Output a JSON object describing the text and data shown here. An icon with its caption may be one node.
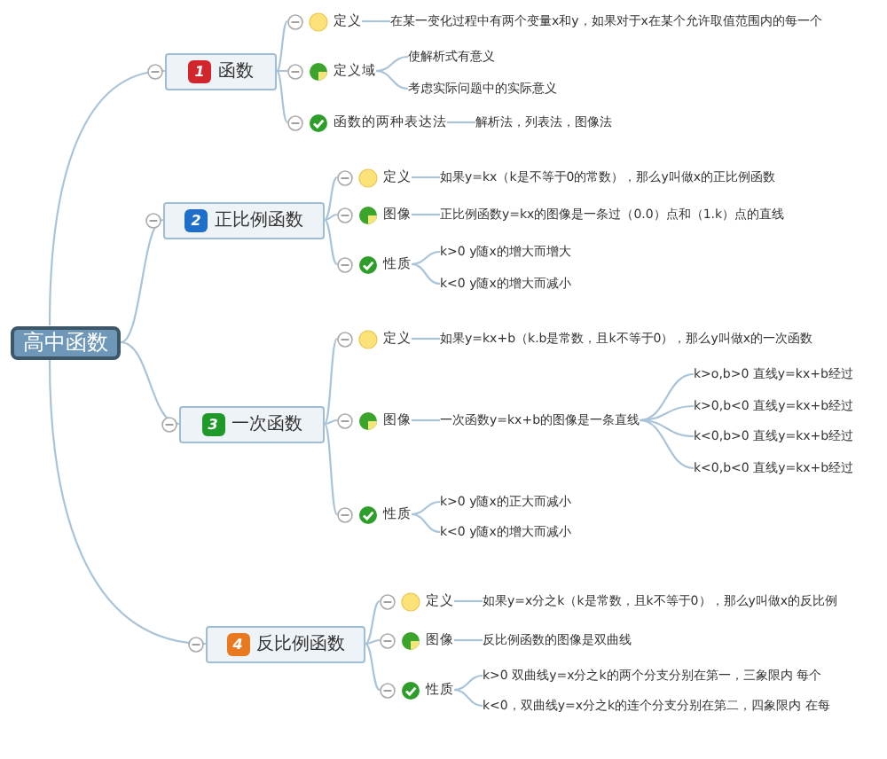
{
  "diagram": {
    "nodes": [
      {
        "text": [
          "高中函数"
        ]
      },
      {
        "text": [
          "1",
          "函数"
        ]
      },
      {
        "text": [
          "定义"
        ]
      },
      {
        "text": [
          "在某一变化过程中有两个变量x和y，如果对于x在某个允许取值范围内的每一个"
        ]
      },
      {
        "text": [
          "定义域"
        ]
      },
      {
        "text": [
          "使解析式有意义"
        ]
      },
      {
        "text": [
          "考虑实际问题中的实际意义"
        ]
      },
      {
        "text": [
          "函数的两种表达法"
        ]
      },
      {
        "text": [
          "解析法，列表法，图像法"
        ]
      },
      {
        "text": [
          "2",
          "正比例函数"
        ]
      },
      {
        "text": [
          "定义"
        ]
      },
      {
        "text": [
          "如果y=kx（k是不等于0的常数），那么y叫做x的正比例函数"
        ]
      },
      {
        "text": [
          "图像"
        ]
      },
      {
        "text": [
          "正比例函数y=kx的图像是一条过（0.0）点和（1.k）点的直线"
        ]
      },
      {
        "text": [
          "性质"
        ]
      },
      {
        "text": [
          "k>0  y随x的增大而增大"
        ]
      },
      {
        "text": [
          "k<0  y随x的增大而减小"
        ]
      },
      {
        "text": [
          "3",
          "一次函数"
        ]
      },
      {
        "text": [
          "定义"
        ]
      },
      {
        "text": [
          "如果y=kx+b（k.b是常数，且k不等于0），那么y叫做x的一次函数"
        ]
      },
      {
        "text": [
          "图像"
        ]
      },
      {
        "text": [
          "一次函数y=kx+b的图像是一条直线"
        ]
      },
      {
        "text": [
          "k>o,b>0  直线y=kx+b经过"
        ]
      },
      {
        "text": [
          "k>0,b<0  直线y=kx+b经过"
        ]
      },
      {
        "text": [
          "k<0,b>0  直线y=kx+b经过"
        ]
      },
      {
        "text": [
          "k<0,b<0  直线y=kx+b经过"
        ]
      },
      {
        "text": [
          "性质"
        ]
      },
      {
        "text": [
          "k>0  y随x的正大而减小"
        ]
      },
      {
        "text": [
          "k<0  y随x的增大而减小"
        ]
      },
      {
        "text": [
          "4",
          "反比例函数"
        ]
      },
      {
        "text": [
          "定义"
        ]
      },
      {
        "text": [
          "如果y=x分之k（k是常数，且k不等于0），那么y叫做x的反比例"
        ]
      },
      {
        "text": [
          "图像"
        ]
      },
      {
        "text": [
          "反比例函数的图像是双曲线"
        ]
      },
      {
        "text": [
          "性质"
        ]
      },
      {
        "text": [
          "k>0  双曲线y=x分之k的两个分支分别在第一，三象限内  每个"
        ]
      },
      {
        "text": [
          "k<0，双曲线y=x分之k的连个分支分别在第二，四象限内  在每"
        ]
      }
    ],
    "edges": [
      {
        "from": 0,
        "to": 1,
        "arrow": "none"
      },
      {
        "from": 1,
        "to": 2,
        "arrow": "none"
      },
      {
        "from": 2,
        "to": 3,
        "arrow": "none"
      },
      {
        "from": 1,
        "to": 4,
        "arrow": "none"
      },
      {
        "from": 4,
        "to": 5,
        "arrow": "none"
      },
      {
        "from": 4,
        "to": 6,
        "arrow": "none"
      },
      {
        "from": 1,
        "to": 7,
        "arrow": "none"
      },
      {
        "from": 7,
        "to": 8,
        "arrow": "none"
      },
      {
        "from": 0,
        "to": 9,
        "arrow": "none"
      },
      {
        "from": 9,
        "to": 10,
        "arrow": "none"
      },
      {
        "from": 10,
        "to": 11,
        "arrow": "none"
      },
      {
        "from": 9,
        "to": 12,
        "arrow": "none"
      },
      {
        "from": 12,
        "to": 13,
        "arrow": "none"
      },
      {
        "from": 9,
        "to": 14,
        "arrow": "none"
      },
      {
        "from": 14,
        "to": 15,
        "arrow": "none"
      },
      {
        "from": 14,
        "to": 16,
        "arrow": "none"
      },
      {
        "from": 0,
        "to": 17,
        "arrow": "none"
      },
      {
        "from": 17,
        "to": 18,
        "arrow": "none"
      },
      {
        "from": 18,
        "to": 19,
        "arrow": "none"
      },
      {
        "from": 17,
        "to": 20,
        "arrow": "none"
      },
      {
        "from": 20,
        "to": 21,
        "arrow": "none"
      },
      {
        "from": 21,
        "to": 22,
        "arrow": "none"
      },
      {
        "from": 21,
        "to": 23,
        "arrow": "none"
      },
      {
        "from": 21,
        "to": 24,
        "arrow": "none"
      },
      {
        "from": 21,
        "to": 25,
        "arrow": "none"
      },
      {
        "from": 17,
        "to": 26,
        "arrow": "none"
      },
      {
        "from": 26,
        "to": 27,
        "arrow": "none"
      },
      {
        "from": 26,
        "to": 28,
        "arrow": "none"
      },
      {
        "from": 0,
        "to": 29,
        "arrow": "none"
      },
      {
        "from": 29,
        "to": 30,
        "arrow": "none"
      },
      {
        "from": 30,
        "to": 31,
        "arrow": "none"
      },
      {
        "from": 29,
        "to": 32,
        "arrow": "none"
      },
      {
        "from": 32,
        "to": 33,
        "arrow": "none"
      },
      {
        "from": 29,
        "to": 34,
        "arrow": "none"
      },
      {
        "from": 34,
        "to": 35,
        "arrow": "none"
      },
      {
        "from": 34,
        "to": 36,
        "arrow": "none"
      }
    ]
  }
}
